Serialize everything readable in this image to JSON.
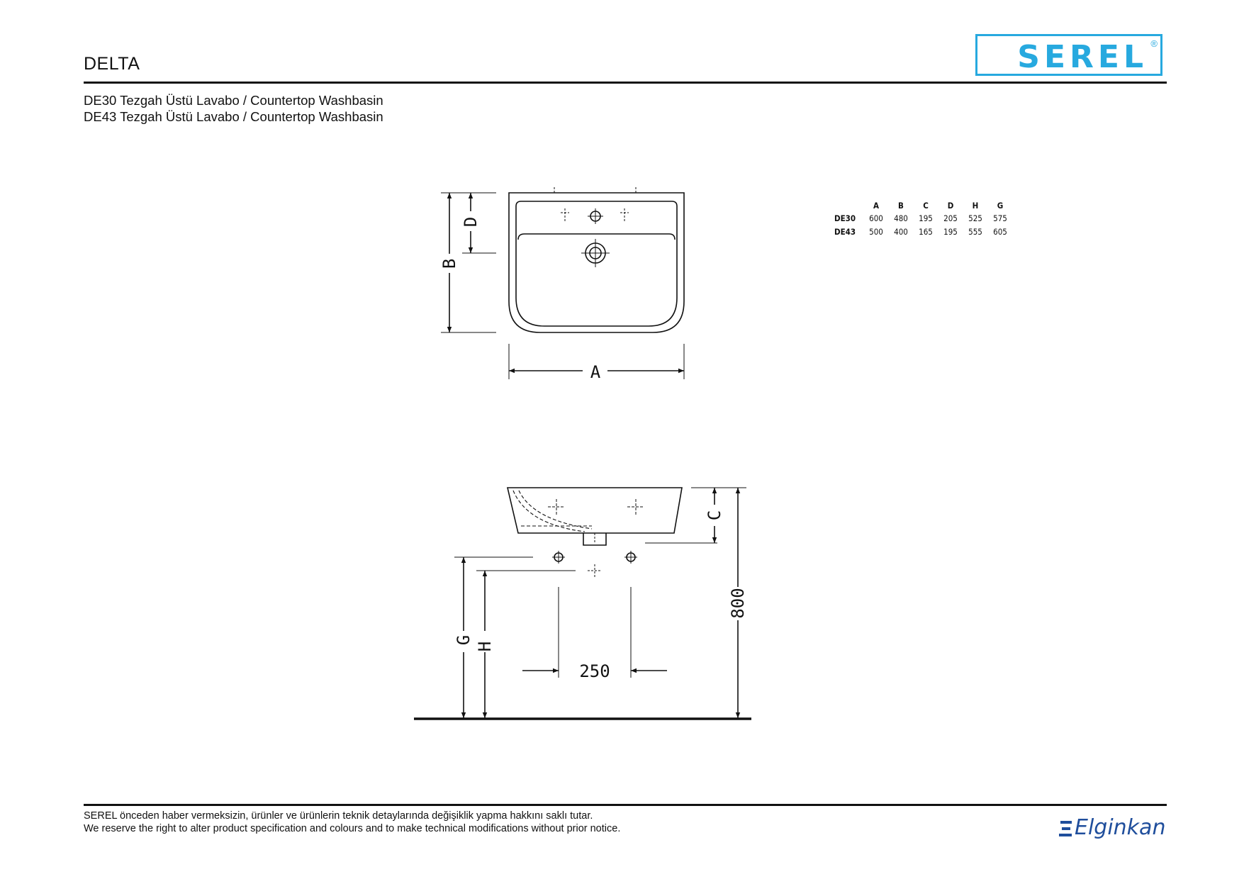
{
  "header": {
    "title": "DELTA",
    "subtitle_1": "DE30 Tezgah Üstü Lavabo / Countertop Washbasin",
    "subtitle_2": "DE43 Tezgah Üstü Lavabo / Countertop Washbasin",
    "brand": "SEREL",
    "brand_mark": "®"
  },
  "drawing": {
    "label_A": "A",
    "label_B": "B",
    "label_C": "C",
    "label_D": "D",
    "label_G": "G",
    "label_H": "H",
    "dim_250": "250",
    "dim_800": "800"
  },
  "dimension_table": {
    "columns": [
      "A",
      "B",
      "C",
      "D",
      "H",
      "G"
    ],
    "rows": [
      {
        "model": "DE30",
        "values": [
          "600",
          "480",
          "195",
          "205",
          "525",
          "575"
        ]
      },
      {
        "model": "DE43",
        "values": [
          "500",
          "400",
          "165",
          "195",
          "555",
          "605"
        ]
      }
    ]
  },
  "footer": {
    "line_tr": "SEREL önceden haber vermeksizin, ürünler ve ürünlerin teknik detaylarında değişiklik yapma hakkını saklı tutar.",
    "line_en": "We reserve the right to alter product specification and colours and to make technical modifications without prior notice.",
    "company": "Elginkan"
  },
  "colors": {
    "brand_blue": "#27a9df",
    "company_blue": "#1f4e9c",
    "line": "#111111"
  }
}
